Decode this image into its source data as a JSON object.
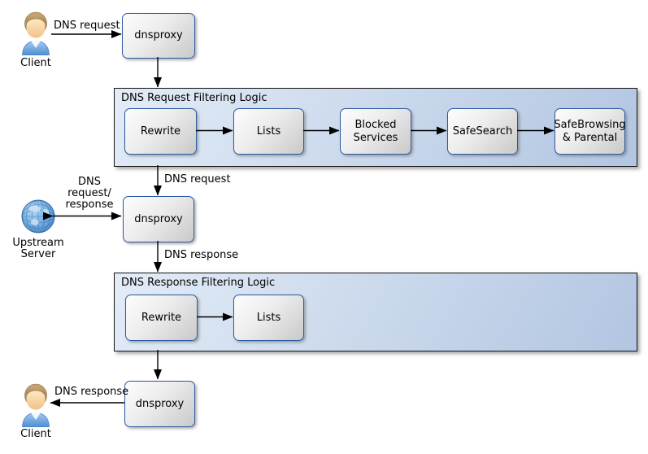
{
  "colors": {
    "box_border": "#2c5aa0",
    "box_fill_start": "#fdfdfd",
    "box_fill_end": "#c9c9c9",
    "container_fill_start": "#e3ecf7",
    "container_fill_end": "#b2c5e1",
    "container_border": "#141414",
    "arrow": "#000000"
  },
  "nodes": {
    "client_top": "Client",
    "dnsproxy_top": "dnsproxy",
    "dnsproxy_mid": "dnsproxy",
    "dnsproxy_bottom": "dnsproxy",
    "upstream_server": "Upstream\nServer",
    "client_bottom": "Client"
  },
  "containers": {
    "request": {
      "title": "DNS Request Filtering Logic",
      "boxes": [
        "Rewrite",
        "Lists",
        "Blocked\nServices",
        "SafeSearch",
        "SafeBrowsing\n& Parental"
      ]
    },
    "response": {
      "title": "DNS Response Filtering Logic",
      "boxes": [
        "Rewrite",
        "Lists"
      ]
    }
  },
  "edge_labels": {
    "client_request": "DNS request",
    "filtered_request": "DNS request",
    "upstream_exchange": "DNS\nrequest/\nresponse",
    "dns_response": "DNS response",
    "client_response": "DNS response"
  },
  "icons": {
    "client_top": "person-icon",
    "upstream_server": "globe-icon",
    "client_bottom": "person-icon"
  }
}
